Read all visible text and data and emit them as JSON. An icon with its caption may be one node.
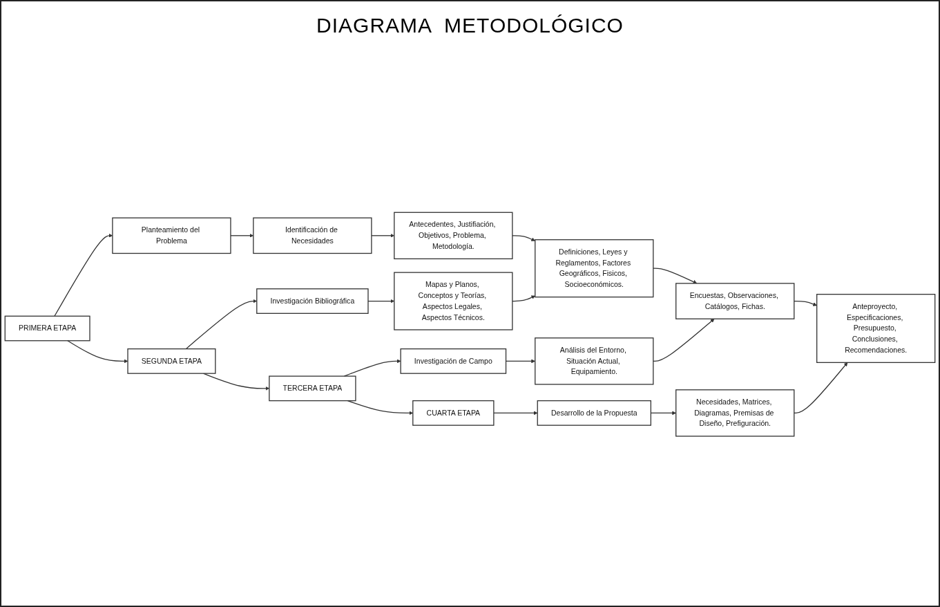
{
  "diagram": {
    "title": "DIAGRAMA  METODOLÓGICO",
    "nodes": [
      {
        "text": [
          "PRIMERA ETAPA"
        ]
      },
      {
        "text": [
          "Planteamiento del Problema"
        ]
      },
      {
        "text": [
          "Identificación de Necesidades"
        ]
      },
      {
        "text": [
          "Antecedentes, Justifiación, Objetivos, Problema, Metodología."
        ]
      },
      {
        "text": [
          "SEGUNDA ETAPA"
        ]
      },
      {
        "text": [
          "Investigación Bibliográfica"
        ]
      },
      {
        "text": [
          "Mapas y Planos, Conceptos y Teorías, Aspectos Legales, Aspectos Técnicos."
        ]
      },
      {
        "text": [
          "Definiciones, Leyes y Reglamentos, Factores Geográficos, Fisicos, Socioeconómicos."
        ]
      },
      {
        "text": [
          "TERCERA ETAPA"
        ]
      },
      {
        "text": [
          "Investigación de Campo"
        ]
      },
      {
        "text": [
          "Análisis del Entorno, Situación Actual, Equipamiento."
        ]
      },
      {
        "text": [
          "Encuestas, Observaciones, Catálogos, Fichas."
        ]
      },
      {
        "text": [
          "CUARTA ETAPA"
        ]
      },
      {
        "text": [
          "Desarrollo de la Propuesta"
        ]
      },
      {
        "text": [
          "Necesidades, Matrices, Diagramas, Premisas de Diseño, Prefiguración."
        ]
      },
      {
        "text": [
          "Anteproyecto, Especificaciones, Presupuesto, Conclusiones, Recomendaciones."
        ]
      }
    ],
    "edges": [
      {
        "from": 0,
        "to": 1,
        "arrow": "to"
      },
      {
        "from": 1,
        "to": 2,
        "arrow": "to"
      },
      {
        "from": 2,
        "to": 3,
        "arrow": "to"
      },
      {
        "from": 0,
        "to": 4,
        "arrow": "to"
      },
      {
        "from": 3,
        "to": 7,
        "arrow": "to"
      },
      {
        "from": 4,
        "to": 5,
        "arrow": "to"
      },
      {
        "from": 5,
        "to": 6,
        "arrow": "to"
      },
      {
        "from": 6,
        "to": 7,
        "arrow": "to"
      },
      {
        "from": 4,
        "to": 8,
        "arrow": "to"
      },
      {
        "from": 7,
        "to": 11,
        "arrow": "to"
      },
      {
        "from": 8,
        "to": 9,
        "arrow": "to"
      },
      {
        "from": 9,
        "to": 10,
        "arrow": "to"
      },
      {
        "from": 10,
        "to": 11,
        "arrow": "to"
      },
      {
        "from": 8,
        "to": 12,
        "arrow": "to"
      },
      {
        "from": 11,
        "to": 15,
        "arrow": "to"
      },
      {
        "from": 12,
        "to": 13,
        "arrow": "to"
      },
      {
        "from": 13,
        "to": 14,
        "arrow": "to"
      },
      {
        "from": 14,
        "to": 15,
        "arrow": "to"
      }
    ]
  }
}
